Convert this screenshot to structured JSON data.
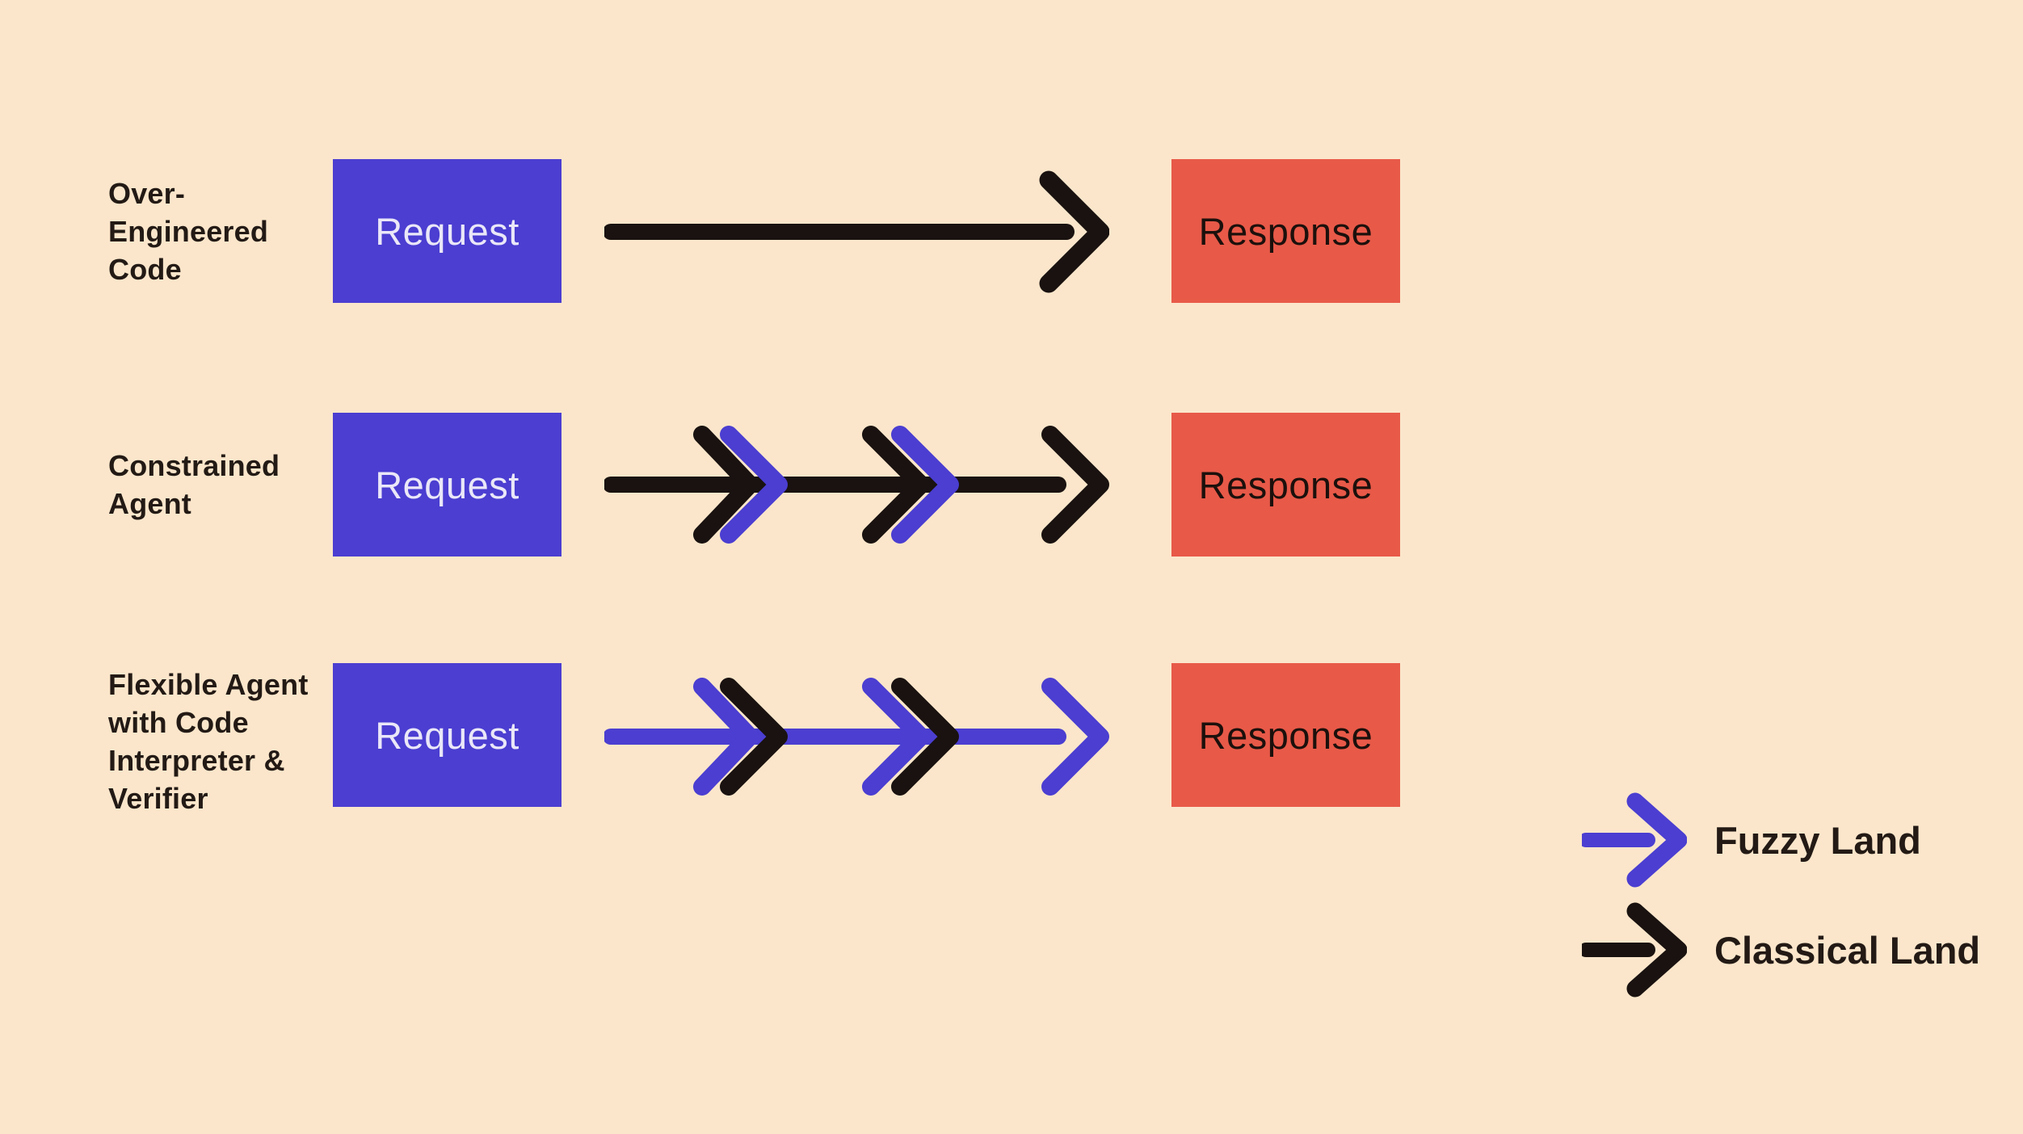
{
  "colors": {
    "background": "#FBE6CB",
    "fuzzy_blue": "#4B3ED1",
    "classical_black": "#191210",
    "request_fill": "#4B3ED1",
    "response_fill": "#E85948",
    "request_text_color": "#EAE7F8",
    "response_text_color": "#1C100C",
    "label_ink": "#231A15"
  },
  "rows": [
    {
      "label": "Over-Engineered Code",
      "label_lines": [
        "Over-",
        "Engineered",
        "Code"
      ],
      "request_label": "Request",
      "response_label": "Response",
      "arrow": {
        "shaft": "classical",
        "mid_chevron_pairs": [],
        "head": "classical"
      }
    },
    {
      "label": "Constrained Agent",
      "label_lines": [
        "Constrained",
        "Agent"
      ],
      "request_label": "Request",
      "response_label": "Response",
      "arrow": {
        "shaft": "classical",
        "mid_chevron_pairs": [
          [
            "classical",
            "fuzzy"
          ],
          [
            "classical",
            "fuzzy"
          ]
        ],
        "head": "classical"
      }
    },
    {
      "label": "Flexible Agent with Code Interpreter & Verifier",
      "label_lines": [
        "Flexible Agent",
        "with Code",
        "Interpreter &",
        "Verifier"
      ],
      "request_label": "Request",
      "response_label": "Response",
      "arrow": {
        "shaft": "fuzzy",
        "mid_chevron_pairs": [
          [
            "fuzzy",
            "classical"
          ],
          [
            "fuzzy",
            "classical"
          ]
        ],
        "head": "fuzzy"
      }
    }
  ],
  "legend": {
    "items": [
      {
        "icon": "fuzzy-arrow-icon",
        "color_key": "fuzzy_blue",
        "label": "Fuzzy Land"
      },
      {
        "icon": "classical-arrow-icon",
        "color_key": "classical_black",
        "label": "Classical Land"
      }
    ]
  }
}
